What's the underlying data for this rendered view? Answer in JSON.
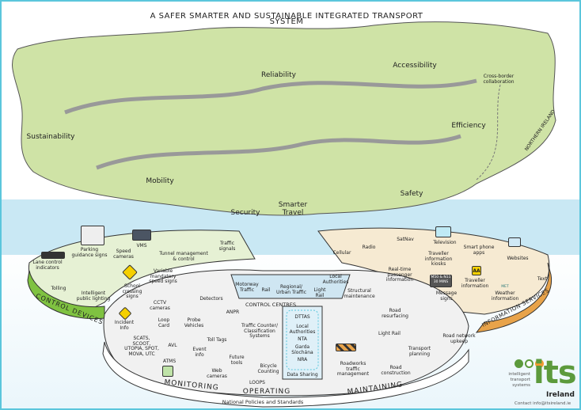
{
  "title": "A SAFER SMARTER AND SUSTAINABLE INTEGRATED TRANSPORT SYSTEM",
  "island_themes": [
    "Reliability",
    "Accessibility",
    "Cross-border\ncollaboration",
    "Efficiency",
    "NORTHERN IRELAND",
    "Sustainability",
    "Mobility",
    "Security",
    "Smarter\nTravel",
    "Safety"
  ],
  "control_devices": {
    "band": "CONTROL DEVICES",
    "items": [
      "Lane control\nindicators",
      "Parking\nguidance signs",
      "Speed\ncameras",
      "VMS",
      "Tunnel management\n& control",
      "Traffic\nsignals",
      "Variable\nmandatory\nspeed signs",
      "School\ncrossing\nsigns",
      "Intelligent\npublic lighting",
      "Tolling"
    ]
  },
  "monitoring": {
    "band": "MONITORING",
    "items": [
      "Incident\nInfo",
      "CCTV\ncameras",
      "Detectors",
      "ANPR",
      "Loop\nCard",
      "Probe\nVehicles",
      "Toll Tags",
      "SCATS,\nSCOOT,\nUTOPIA, SPOT,\nMOVA, UTC",
      "AVL",
      "Event\ninfo",
      "ATMS",
      "Future\ntools",
      "Web\ncameras",
      "LOOPS"
    ]
  },
  "control_centres": {
    "label": "CONTROL CENTRES",
    "items": [
      "Motorway\nTraffic",
      "Rail",
      "Regional/\nUrban Traffic",
      "Light\nRail",
      "Local\nAuthorities",
      "Traffic Counter/\nClassification\nSystems",
      "Bicycle\nCounting"
    ],
    "data_sharing": [
      "DTTAS",
      "Local\nAuthorities",
      "NTA",
      "Garda\nSíochána",
      "NRA"
    ],
    "data_sharing_label": "Data Sharing"
  },
  "operating": {
    "band": "OPERATING",
    "footer": "National Policies and Standards"
  },
  "maintaining": {
    "band": "MAINTAINING",
    "items": [
      "Structural\nmaintenance",
      "Road\nresurfacing",
      "Light Rail",
      "Roadworks\ntraffic\nmanagement",
      "Road\nconstruction",
      "Transport\nplanning",
      "Road network\nupkeep"
    ]
  },
  "information_services": {
    "band": "INFORMATION SERVICES",
    "items": [
      "Cellular",
      "Radio",
      "SatNav",
      "Real-time\npassenger\ninformation",
      "Television",
      "Traveller\ninformation\nkiosks",
      "Smart phone\napps",
      "Websites",
      "Message\nsigns",
      "Traveller\ninformation",
      "Weather\ninformation",
      "Text"
    ],
    "sign_text": "M50 & N11\n30 MINS",
    "aa_badge": "AA",
    "met_badge": "MET"
  },
  "logo": {
    "name": "its",
    "sub": "intelligent\ntransport\nsystems",
    "country": "Ireland",
    "contact": "Contact info@itsireland.ie"
  },
  "colors": {
    "land": "#cfe3a6",
    "water": "#c9e8f4",
    "control": "#7fc241",
    "info": "#e8a34a",
    "platform": "#f1f1f1",
    "info_platform": "#f6ead2",
    "its_green": "#5c9a3c",
    "its_orange": "#f39c32"
  }
}
